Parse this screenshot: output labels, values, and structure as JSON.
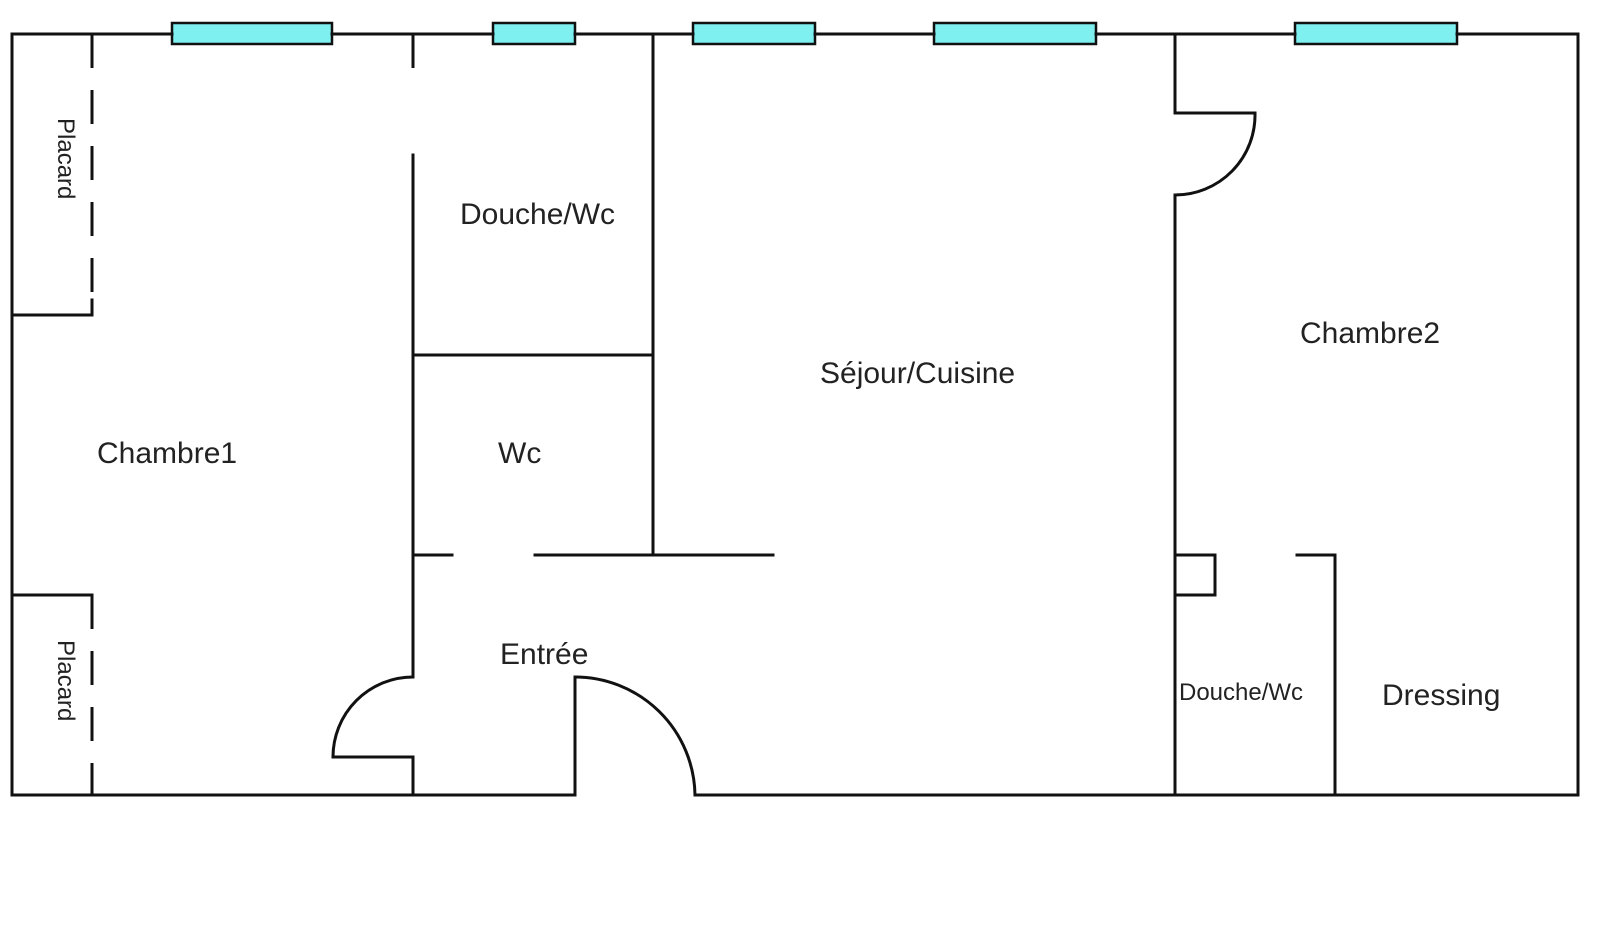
{
  "rooms": {
    "placard_top": "Placard",
    "placard_bottom": "Placard",
    "chambre1": "Chambre1",
    "douche_wc_1": "Douche/Wc",
    "wc": "Wc",
    "entree": "Entrée",
    "sejour_cuisine": "Séjour/Cuisine",
    "chambre2": "Chambre2",
    "douche_wc_2": "Douche/Wc",
    "dressing": "Dressing"
  },
  "colors": {
    "walls": "#111111",
    "windows": "#7ef0f0",
    "background": "#ffffff"
  }
}
